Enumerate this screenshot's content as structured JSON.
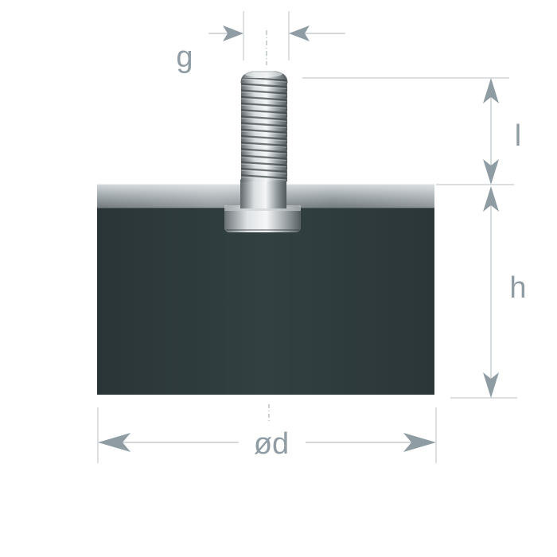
{
  "labels": {
    "thread_diameter": "g",
    "stud_length": "l",
    "height": "h",
    "diameter": "ød"
  },
  "colors": {
    "rubber": "#2f3b3d",
    "dimension_lines": "#c5cccf",
    "arrows": "#8f9ca3",
    "label_text": "#8f9ca3",
    "metal": "#9aa2a6"
  }
}
